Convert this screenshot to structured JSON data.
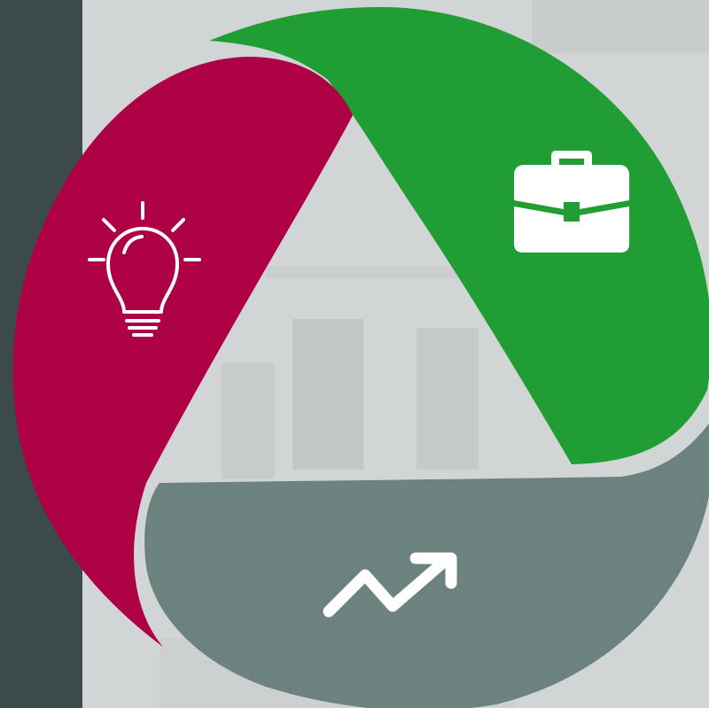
{
  "colors": {
    "sidebar": "#3d4a4a",
    "background": "#d2d5d6",
    "segment_idea": "#ad0045",
    "segment_business": "#219e33",
    "segment_growth": "#6b827f",
    "icon": "#ffffff"
  },
  "segments": [
    {
      "id": "idea",
      "icon": "lightbulb-icon"
    },
    {
      "id": "business",
      "icon": "briefcase-icon"
    },
    {
      "id": "growth",
      "icon": "trending-up-icon"
    }
  ]
}
